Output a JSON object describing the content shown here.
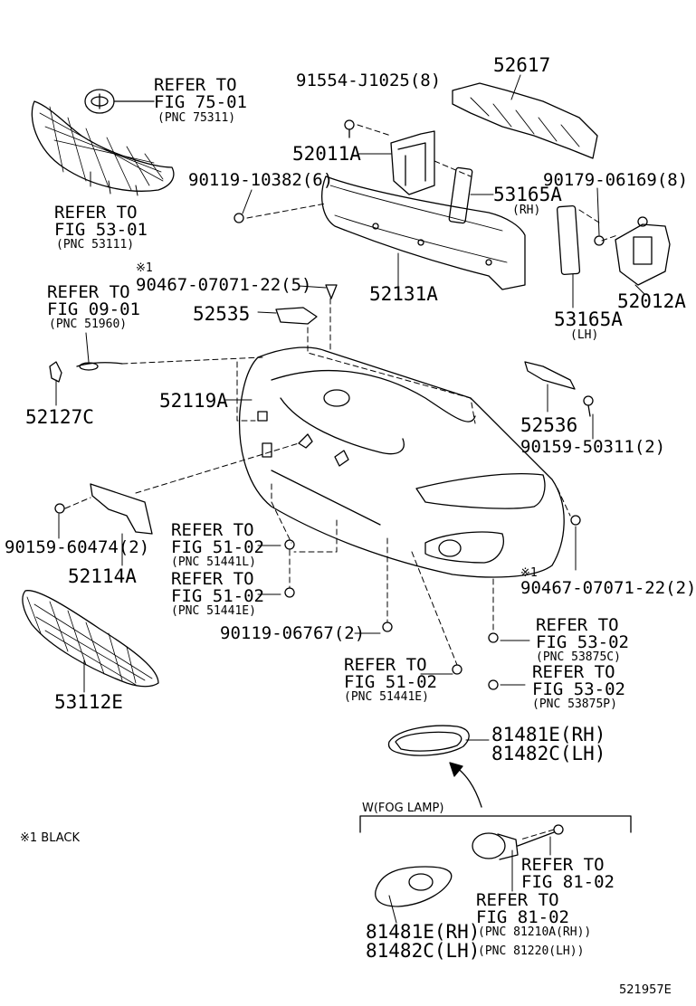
{
  "labels": {
    "refer_fig_75_01": [
      "REFER TO",
      "FIG 75-01",
      "(PNC 75311)"
    ],
    "refer_fig_53_01": [
      "REFER TO",
      "FIG 53-01",
      "(PNC 53111)"
    ],
    "refer_fig_09_01": [
      "REFER TO",
      "FIG 09-01",
      "(PNC 51960)"
    ],
    "refer_fig_51_02_l": [
      "REFER TO",
      "FIG 51-02",
      "(PNC 51441L)"
    ],
    "refer_fig_51_02_e1": [
      "REFER TO",
      "FIG 51-02",
      "(PNC 51441E)"
    ],
    "refer_fig_51_02_e2": [
      "REFER TO",
      "FIG 51-02",
      "(PNC 51441E)"
    ],
    "refer_fig_53_02_c": [
      "REFER TO",
      "FIG 53-02",
      "(PNC 53875C)"
    ],
    "refer_fig_53_02_p": [
      "REFER TO",
      "FIG 53-02",
      "(PNC 53875P)"
    ],
    "refer_fig_81_02_a": [
      "REFER TO",
      "FIG 81-02"
    ],
    "refer_fig_81_02_b": [
      "REFER TO",
      "FIG 81-02"
    ]
  },
  "parts": {
    "p91554": "91554-J1025(8)",
    "p52617": "52617",
    "p52011A": "52011A",
    "p90119_10382": "90119-10382(6)",
    "p90179_06169": "90179-06169(8)",
    "p53165A_rh": "53165A",
    "rh": "(RH)",
    "lh": "(LH)",
    "p53165A_lh": "53165A",
    "p52012A": "52012A",
    "black_mark_1": "※1",
    "p90467_a": "90467-07071-22(5)",
    "p52131A": "52131A",
    "p52535": "52535",
    "p52127C": "52127C",
    "p52119A": "52119A",
    "p52536": "52536",
    "p90159_50311": "90159-50311(2)",
    "p90159_60474": "90159-60474(2)",
    "p52114A": "52114A",
    "black_mark_2": "※1",
    "p90467_b": "90467-07071-22(2)",
    "p90119_06767": "90119-06767(2)",
    "p53112E": "53112E",
    "p81481E_rh_top": "81481E(RH)",
    "p81482C_lh_top": "81482C(LH)",
    "fog_lamp_title": "W(FOG LAMP)",
    "p81481E_rh_bot": "81481E(RH)",
    "p81482C_lh_bot": "81482C(LH)",
    "pnc_81210A": "(PNC 81210A(RH))",
    "pnc_81220": "(PNC 81220(LH))"
  },
  "legend_note": "※1 BLACK",
  "figure_id": "521957E"
}
